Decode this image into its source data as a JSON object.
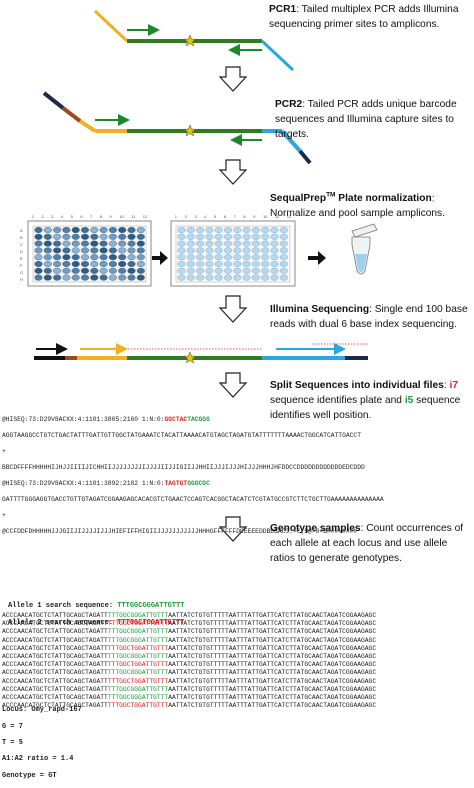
{
  "steps": {
    "pcr1": {
      "label": "PCR1",
      "text": ": Tailed multiplex PCR adds Illumina sequencing primer sites to amplicons."
    },
    "pcr2": {
      "label": "PCR2",
      "text": ": Tailed PCR adds unique barcode sequences and Illumina capture sites to targets."
    },
    "sequalprep": {
      "label_pre": "SequalPrep",
      "label_sup": "TM",
      "label_post": " Plate normalization",
      "text": ": Normalize and pool sample amplicons."
    },
    "illumina": {
      "label": "Illumina Sequencing",
      "text": ": Single end 100 base reads with dual 6 base index sequencing."
    },
    "split": {
      "label": "Split Sequences into individual files",
      "colon": ":",
      "i7": "i7",
      "i7_text": " sequence identifies plate and ",
      "i5": "i5",
      "i5_text": " sequence identifies well position."
    },
    "genotype": {
      "label": "Genotype samples",
      "text": ":  Count occurrences of each allele at each locus and use allele ratios to generate genotypes."
    }
  },
  "plate": {
    "col_labels": [
      "1",
      "2",
      "3",
      "4",
      "5",
      "6",
      "7",
      "8",
      "9",
      "10",
      "11",
      "12"
    ],
    "row_labels": [
      "A",
      "B",
      "C",
      "D",
      "E",
      "F",
      "G",
      "H"
    ]
  },
  "fastq": {
    "r1_header": "@HISEQ:73:D29V8ACXX:4:1101:3805:2160 1:N:0:",
    "r1_i7": "GGCTAC",
    "r1_i5": "TACGGG",
    "r1_seq": "AGGTAAGGCCTGTCTGACTATTTGATTGTTGGCTATGAAATCTACATTAAAACATGTAGCTAGATGTATTTTTTTAAAACTGGCATCATTGACCT",
    "plus": "+",
    "r1_qual": "BBCDFFFFHHHHHIJHJJIIIIJICHHIIJJJJJJJJIJJJJIIJJIGIIJJHHIIJJJIJJJHIJJJHHHJHFDDCCDDDDDDDDDDDDEDCDDD",
    "r2_header": "@HISEQ:73:D29V8ACXX:4:1101:3892:2182 1:N:0:",
    "r2_i7": "TAGTGT",
    "r2_i5": "GGGCGC",
    "r2_seq": "GATTTTGGGAGGTGACCTGTTGTAGATCGGAAGAGCACACGTCTGAACTCCAGTCACGGCTACATCTCGTATGCCGTCTTCTGCTTGAAAAAAAAAAAAAA",
    "r2_qual": "@CCFDDFDHHHHHJJJGIIJIJJJJIJJJHIEFIFFHIGIIJJJJJJJJJJJHHHGFFFFFFDCEEEEDDBDBAC3:>C(5@>8<B########"
  },
  "alleles": {
    "allele1_label": "Allele 1 search sequence:",
    "allele1_seq": "TTTGGCGGGATTGTTT",
    "allele2_label": "Allele 2 search sequence:",
    "allele2_seq": "TTTGGCTGGATTGTTT",
    "read_prefix": "ACCCAACATGCTCTATTGCAGCTAGATT",
    "read_suffix": "AATTATCTGTGTTTTTAATTTATTGATTCATCTTATGCAACTAGATCGGAAGAGC",
    "reads": [
      {
        "allele": "TTTGGCGGGATTGTTT",
        "color": "green"
      },
      {
        "allele": "TTTGGCTGGATTGTTT",
        "color": "red"
      },
      {
        "allele": "TTTGGCGGGATTGTTT",
        "color": "green"
      },
      {
        "allele": "TTTGGCGGGATTGTTT",
        "color": "green"
      },
      {
        "allele": "TTTGGCTGGATTGTTT",
        "color": "red"
      },
      {
        "allele": "TTTGGCGGGATTGTTT",
        "color": "green"
      },
      {
        "allele": "TTTGGCTGGATTGTTT",
        "color": "red"
      },
      {
        "allele": "TTTGGCGGGATTGTTT",
        "color": "green"
      },
      {
        "allele": "TTTGGCTGGATTGTTT",
        "color": "red"
      },
      {
        "allele": "TTTGGCGGGATTGTTT",
        "color": "green"
      },
      {
        "allele": "TTTGGCGGGATTGTTT",
        "color": "green"
      },
      {
        "allele": "TTTGGCTGGATTGTTT",
        "color": "red"
      }
    ]
  },
  "result": {
    "locus": "Locus: Omy_rapd-167",
    "g": "G = 7",
    "t": "T = 5",
    "ratio": "A1:A2 ratio = 1.4",
    "genotype": "Genotype = GT"
  },
  "colors": {
    "green_strand": "#2f7d1f",
    "primer_green": "#1a8a2a",
    "yellow": "#f2b01e",
    "blue": "#2aa7e0",
    "navy": "#1c2a4a",
    "brown": "#9b4a1e",
    "red": "#e0201a",
    "star": "#e8c400"
  }
}
